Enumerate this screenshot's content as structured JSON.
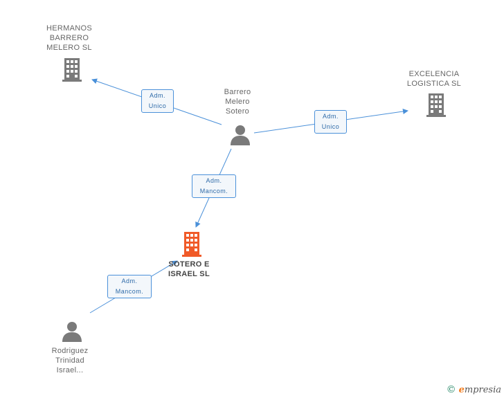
{
  "nodes": {
    "hermanos": {
      "label": "HERMANOS\nBARRERO\nMELERO SL"
    },
    "excelencia": {
      "label": "EXCELENCIA\nLOGISTICA  SL"
    },
    "barrero": {
      "label": "Barrero\nMelero\nSotero"
    },
    "sotero": {
      "label": "SOTERO E\nISRAEL  SL"
    },
    "rodriguez": {
      "label": "Rodriguez\nTrinidad\nIsrael..."
    }
  },
  "edges": [
    {
      "line1": "Adm.",
      "line2": "Unico"
    },
    {
      "line1": "Adm.",
      "line2": "Unico"
    },
    {
      "line1": "Adm.",
      "line2": "Mancom."
    },
    {
      "line1": "Adm.",
      "line2": "Mancom."
    }
  ],
  "brand": {
    "copyright": "©",
    "e": "e",
    "rest": "mpresia"
  },
  "colors": {
    "edge": "#4a90d9",
    "company": "#7a7a7a",
    "focus_company": "#f05a28",
    "person": "#7a7a7a"
  },
  "icons": {
    "company": "building-icon",
    "person": "person-icon"
  }
}
